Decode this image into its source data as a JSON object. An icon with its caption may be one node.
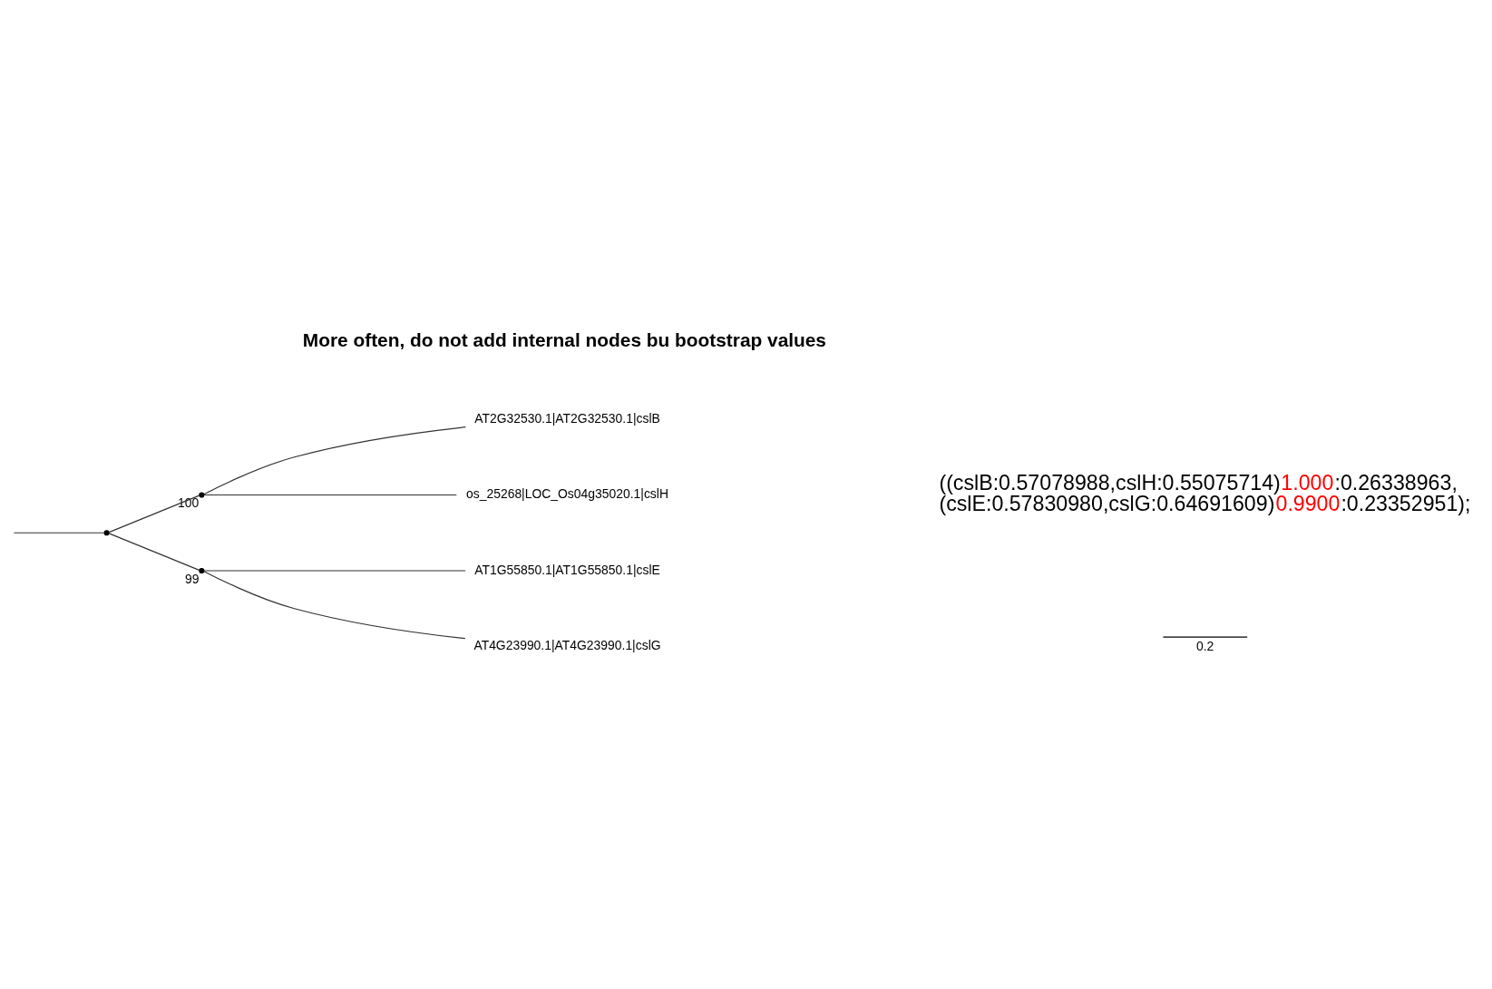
{
  "diagram": {
    "nodes": [
      {
        "text": [
          "AT2G32530.1|AT2G32530.1|cslB"
        ]
      },
      {
        "text": [
          "os_25268|LOC_Os04g35020.1|cslH"
        ]
      },
      {
        "text": [],
        "shape": "point",
        "beside": [
          "100"
        ]
      },
      {
        "text": [],
        "shape": "point"
      },
      {
        "text": [],
        "shape": "point",
        "beside": [
          "99"
        ]
      },
      {
        "text": [
          "AT1G55850.1|AT1G55850.1|cslE"
        ]
      },
      {
        "text": [
          "AT4G23990.1|AT4G23990.1|cslG"
        ]
      }
    ],
    "edges": [
      {
        "from": null,
        "to": 3,
        "arrow": "none"
      },
      {
        "from": 3,
        "to": 2,
        "arrow": "none"
      },
      {
        "from": 3,
        "to": 4,
        "arrow": "none"
      },
      {
        "from": 2,
        "to": 0,
        "arrow": "none"
      },
      {
        "from": 2,
        "to": 1,
        "arrow": "none"
      },
      {
        "from": 4,
        "to": 5,
        "arrow": "none"
      },
      {
        "from": 4,
        "to": 6,
        "arrow": "none"
      }
    ],
    "labels": [
      "More often, do not add internal nodes bu bootstrap values",
      "((cslB:0.57078988,cslH:0.55075714)",
      "1.000",
      ":0.26338963,",
      "(cslE:0.57830980,cslG:0.64691609)",
      "0.9900",
      ":0.23352951);",
      "0.2"
    ]
  }
}
